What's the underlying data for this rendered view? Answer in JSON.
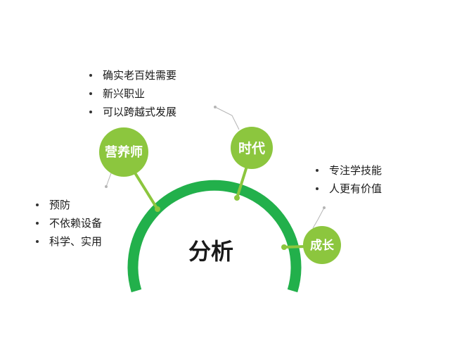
{
  "center_label": "分析",
  "nodes": {
    "nutritionist": "营养师",
    "era": "时代",
    "growth": "成长"
  },
  "lists": {
    "top": [
      "确实老百姓需要",
      "新兴职业",
      "可以跨越式发展"
    ],
    "left": [
      "预防",
      "不依赖设备",
      "科学、实用"
    ],
    "right": [
      "专注学技能",
      "人更有价值"
    ]
  },
  "colors": {
    "arc": "#22b04b",
    "node": "#8cc63e",
    "connector": "#8cc63e",
    "pointer": "#b5b5b5",
    "text": "#1a1a1a"
  }
}
